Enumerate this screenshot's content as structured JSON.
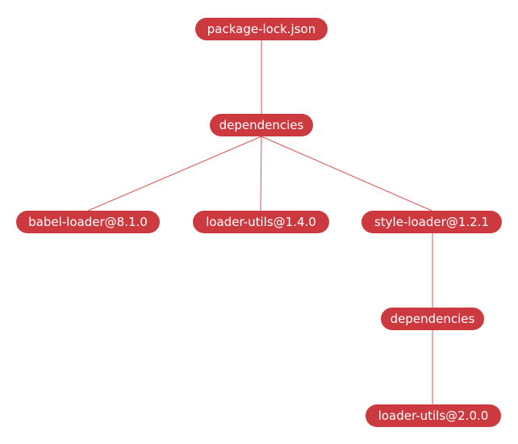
{
  "colors": {
    "node_fill": "#cc3a40",
    "edge_stroke": "#d9534f",
    "node_text": "#ffffff"
  },
  "nodes": {
    "root": "package-lock.json",
    "dependencies_top": "dependencies",
    "babel_loader": "babel-loader@8.1.0",
    "loader_utils_1": "loader-utils@1.4.0",
    "style_loader": "style-loader@1.2.1",
    "dependencies_nested": "dependencies",
    "loader_utils_2": "loader-utils@2.0.0"
  }
}
